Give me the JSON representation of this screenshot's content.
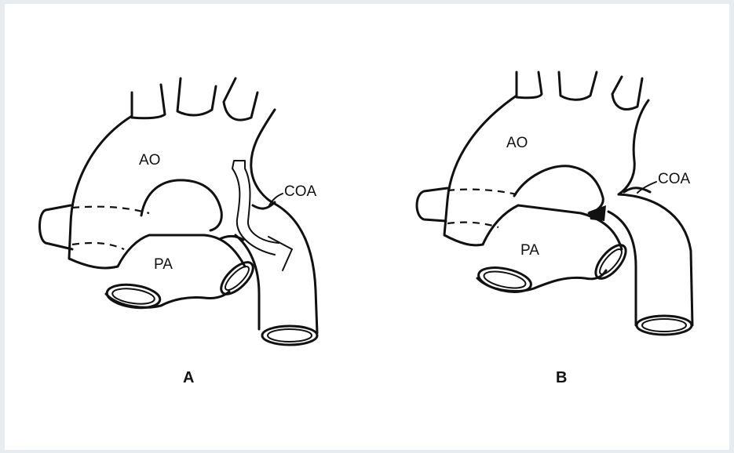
{
  "panels": [
    {
      "id": "A",
      "label": "A",
      "labels": {
        "ao": "AO",
        "coa": "COA",
        "pa": "PA"
      }
    },
    {
      "id": "B",
      "label": "B",
      "labels": {
        "ao": "AO",
        "coa": "COA",
        "pa": "PA"
      }
    }
  ],
  "colors": {
    "ink": "#111111",
    "background": "#ffffff",
    "frame": "#e6ecef"
  }
}
